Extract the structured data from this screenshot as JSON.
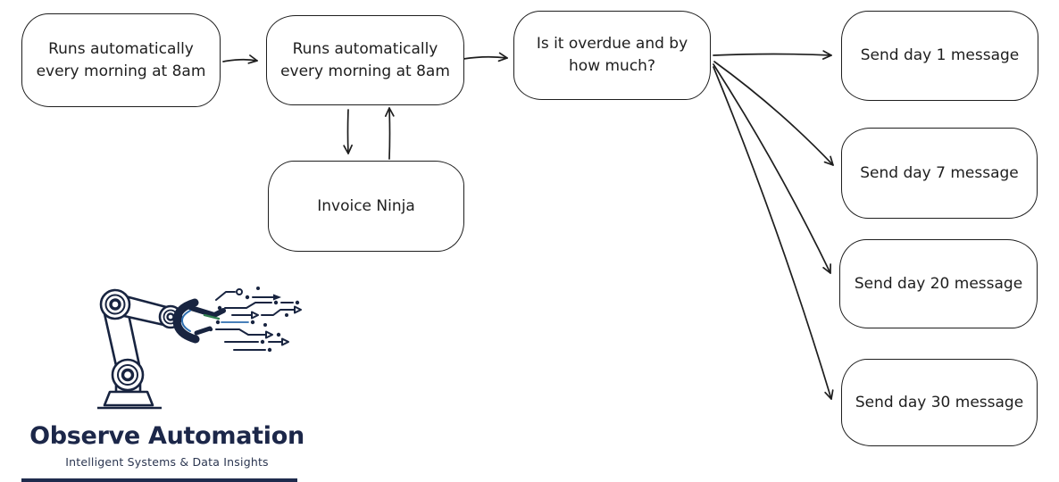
{
  "canvas": {
    "background": "#ffffff"
  },
  "diagram": {
    "stroke_color": "#1e1e1e",
    "nodes": [
      {
        "id": "trigger-1",
        "label": "Runs automatically every morning at 8am"
      },
      {
        "id": "trigger-2",
        "label": "Runs automatically every morning at 8am"
      },
      {
        "id": "overdue-check",
        "label": "Is it overdue and by how much?"
      },
      {
        "id": "invoice-ninja",
        "label": "Invoice Ninja"
      },
      {
        "id": "send-day-1",
        "label": "Send day 1 message"
      },
      {
        "id": "send-day-7",
        "label": "Send day 7 message"
      },
      {
        "id": "send-day-20",
        "label": "Send day 20 message"
      },
      {
        "id": "send-day-30",
        "label": "Send day 30 message"
      }
    ],
    "edges": [
      {
        "from": "trigger-1",
        "to": "trigger-2"
      },
      {
        "from": "trigger-2",
        "to": "overdue-check"
      },
      {
        "from": "trigger-2",
        "to": "invoice-ninja"
      },
      {
        "from": "invoice-ninja",
        "to": "trigger-2"
      },
      {
        "from": "overdue-check",
        "to": "send-day-1"
      },
      {
        "from": "overdue-check",
        "to": "send-day-7"
      },
      {
        "from": "overdue-check",
        "to": "send-day-20"
      },
      {
        "from": "overdue-check",
        "to": "send-day-30"
      }
    ]
  },
  "logo": {
    "title": "Observe Automation",
    "subtitle": "Intelligent Systems & Data Insights",
    "brand_color": "#1c2749",
    "accent_blue": "#2e6fb0",
    "accent_green": "#2f7d4f",
    "icon": "robot-arm-with-circuit-lines"
  }
}
